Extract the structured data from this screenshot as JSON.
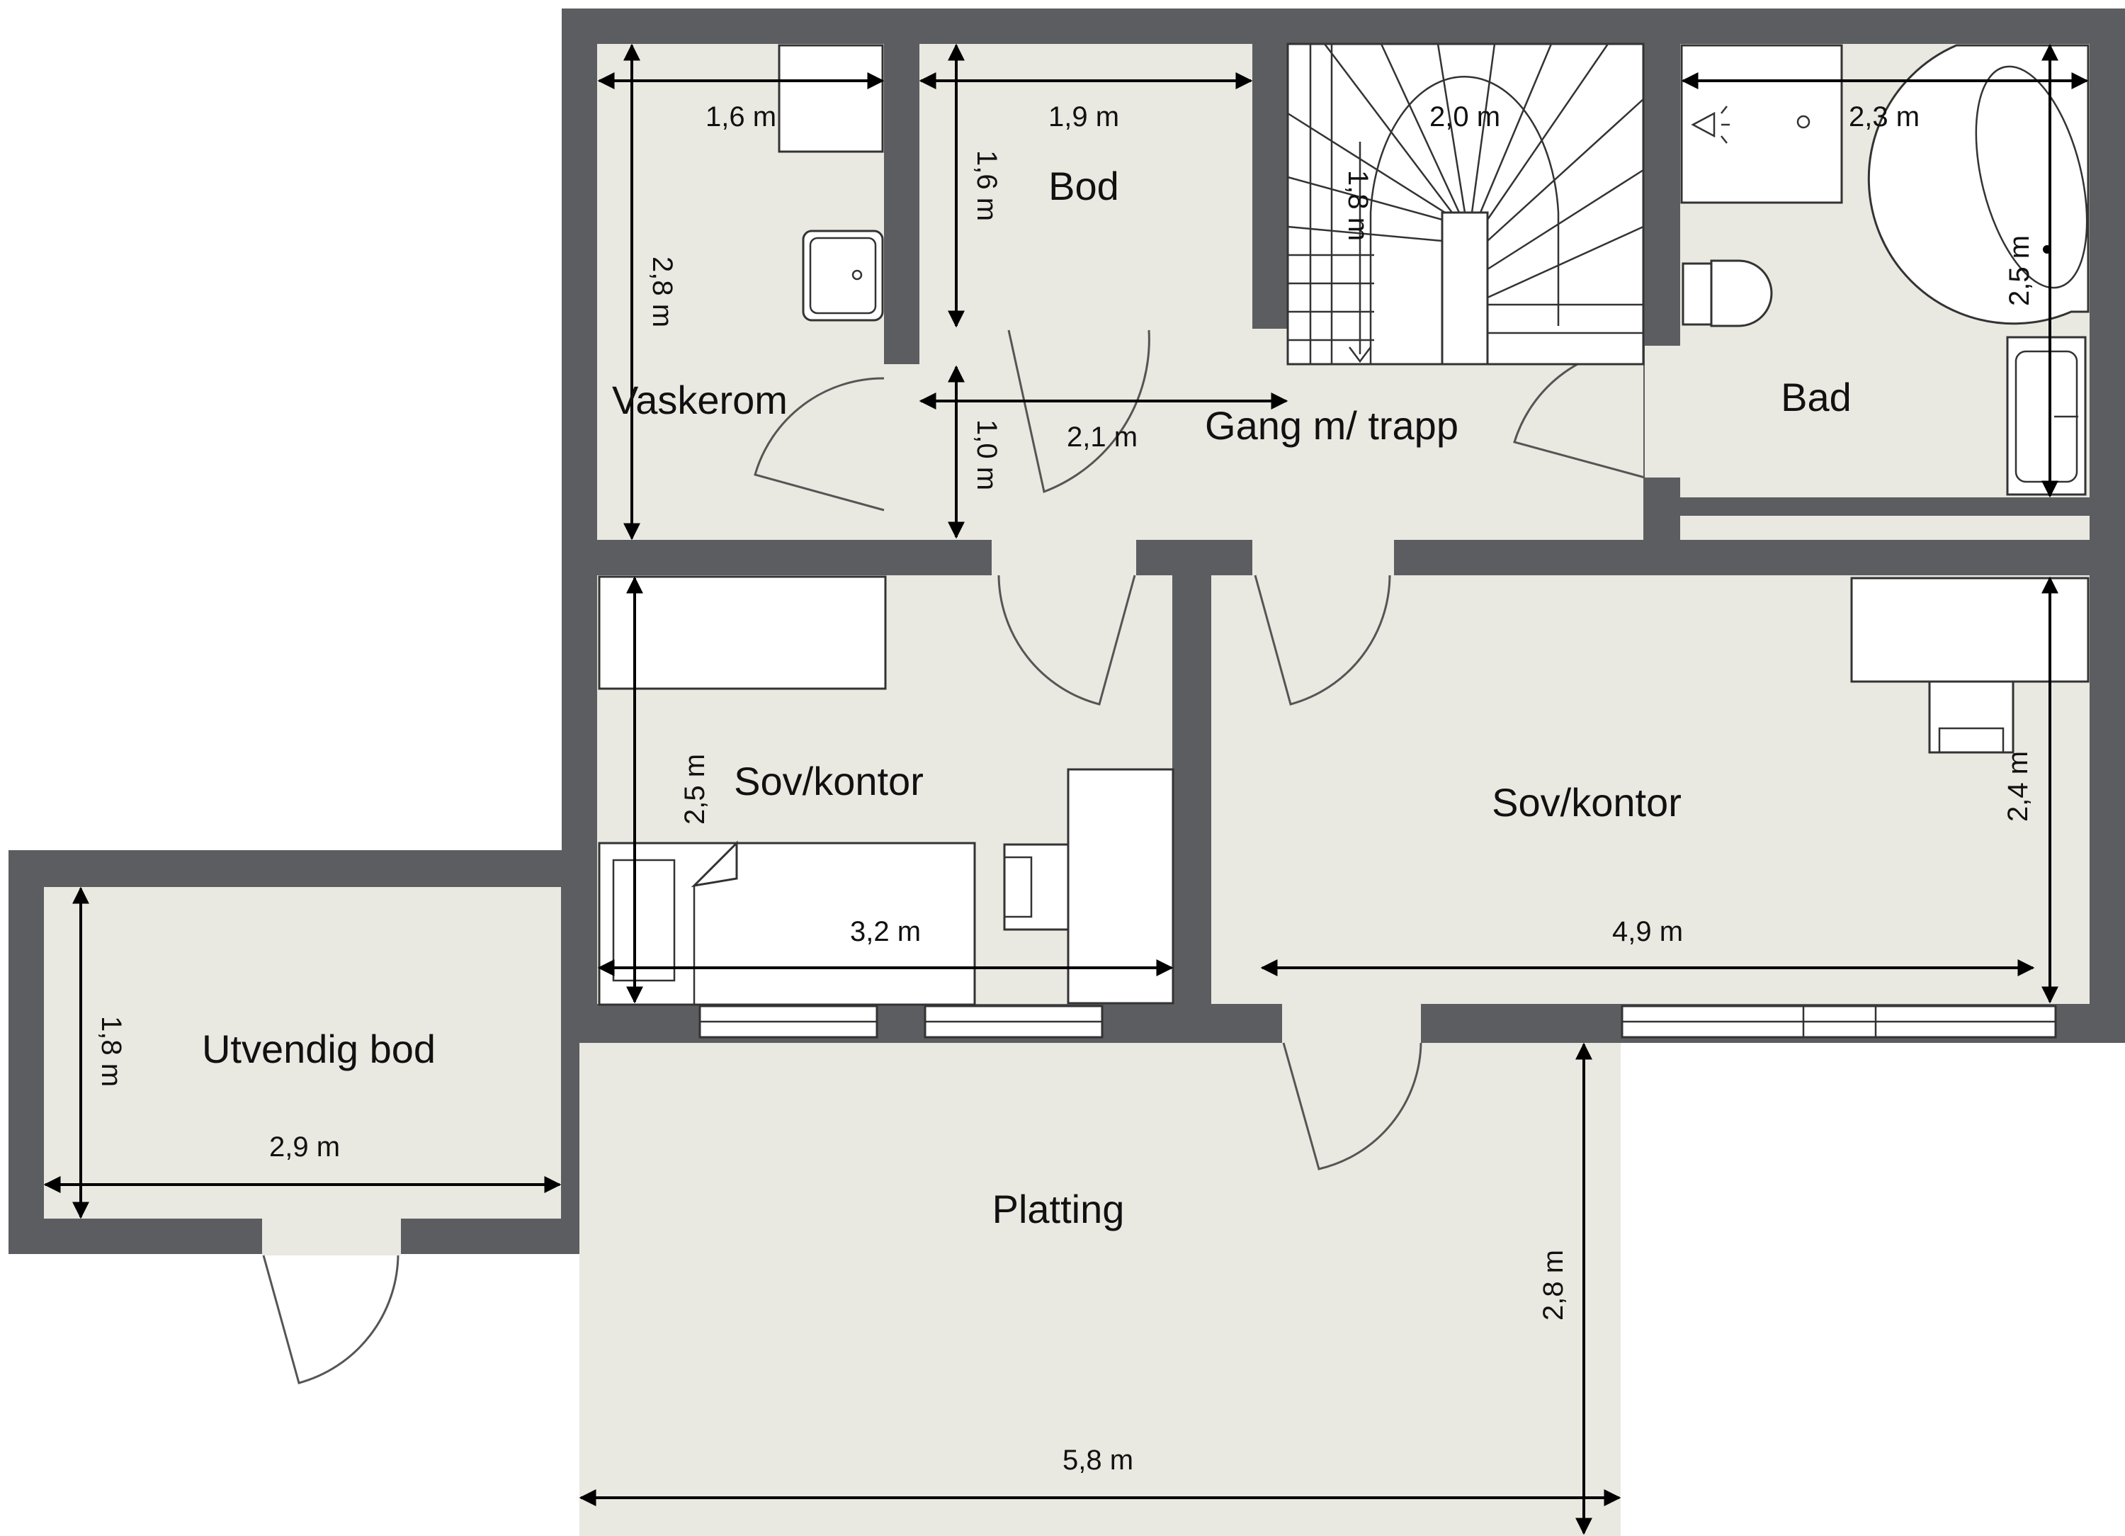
{
  "rooms": {
    "vaskerom": "Vaskerom",
    "bod": "Bod",
    "gang": "Gang m/ trapp",
    "bad": "Bad",
    "sov_left": "Sov/kontor",
    "sov_right": "Sov/kontor",
    "utvendig_bod": "Utvendig bod",
    "platting": "Platting"
  },
  "dimensions": {
    "vaskerom_w": "1,6 m",
    "vaskerom_h": "2,8 m",
    "bod_w": "1,9 m",
    "bod_h": "1,6 m",
    "stair_w": "2,0 m",
    "stair_h": "1,8 m",
    "bad_w": "2,3 m",
    "bad_h": "2,5 m",
    "gang_w": "2,1 m",
    "gang_h": "1,0 m",
    "sov_left_w": "3,2 m",
    "sov_left_h": "2,5 m",
    "sov_right_w": "4,9 m",
    "sov_right_h": "2,4 m",
    "utv_w": "2,9 m",
    "utv_h": "1,8 m",
    "platting_w": "5,8 m",
    "platting_h": "2,8 m"
  },
  "colors": {
    "wall": "#5b5d61",
    "floor": "#e9e9e1",
    "fixture": "#ffffff"
  }
}
